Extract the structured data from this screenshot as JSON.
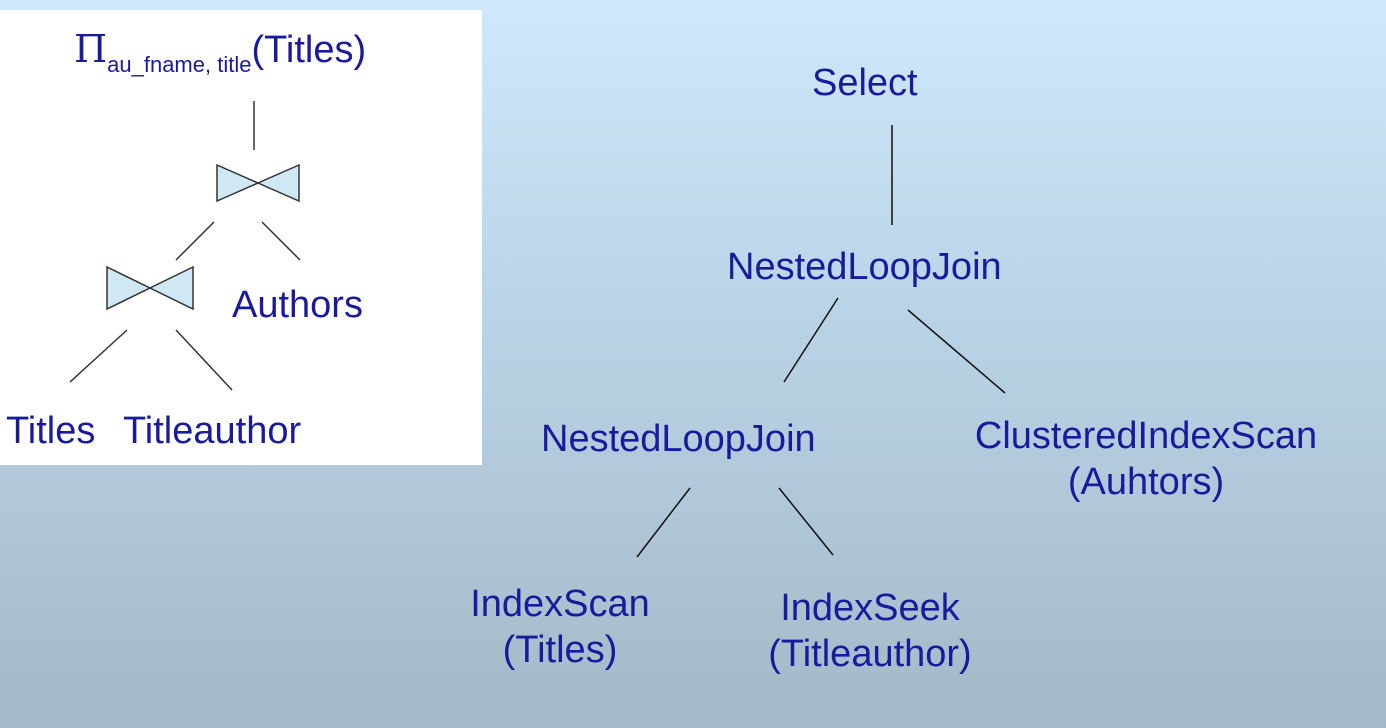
{
  "logical_plan": {
    "projection_symbol": "Π",
    "projection_subscript": "au_fname, title",
    "projection_relation": "(Titles)",
    "authors_label": "Authors",
    "titles_label": "Titles",
    "titleauthor_label": "Titleauthor"
  },
  "physical_plan": {
    "select_label": "Select",
    "nlj_top_label": "NestedLoopJoin",
    "nlj_inner_label": "NestedLoopJoin",
    "clustered_scan_line1": "ClusteredIndexScan",
    "clustered_scan_line2": "(Auhtors)",
    "index_scan_line1": "IndexScan",
    "index_scan_line2": "(Titles)",
    "index_seek_line1": "IndexSeek",
    "index_seek_line2": "(Titleauthor)"
  },
  "colors": {
    "text": "#1a1a9c",
    "join_fill": "#cfe8f4",
    "edge": "#1a1a1a"
  }
}
